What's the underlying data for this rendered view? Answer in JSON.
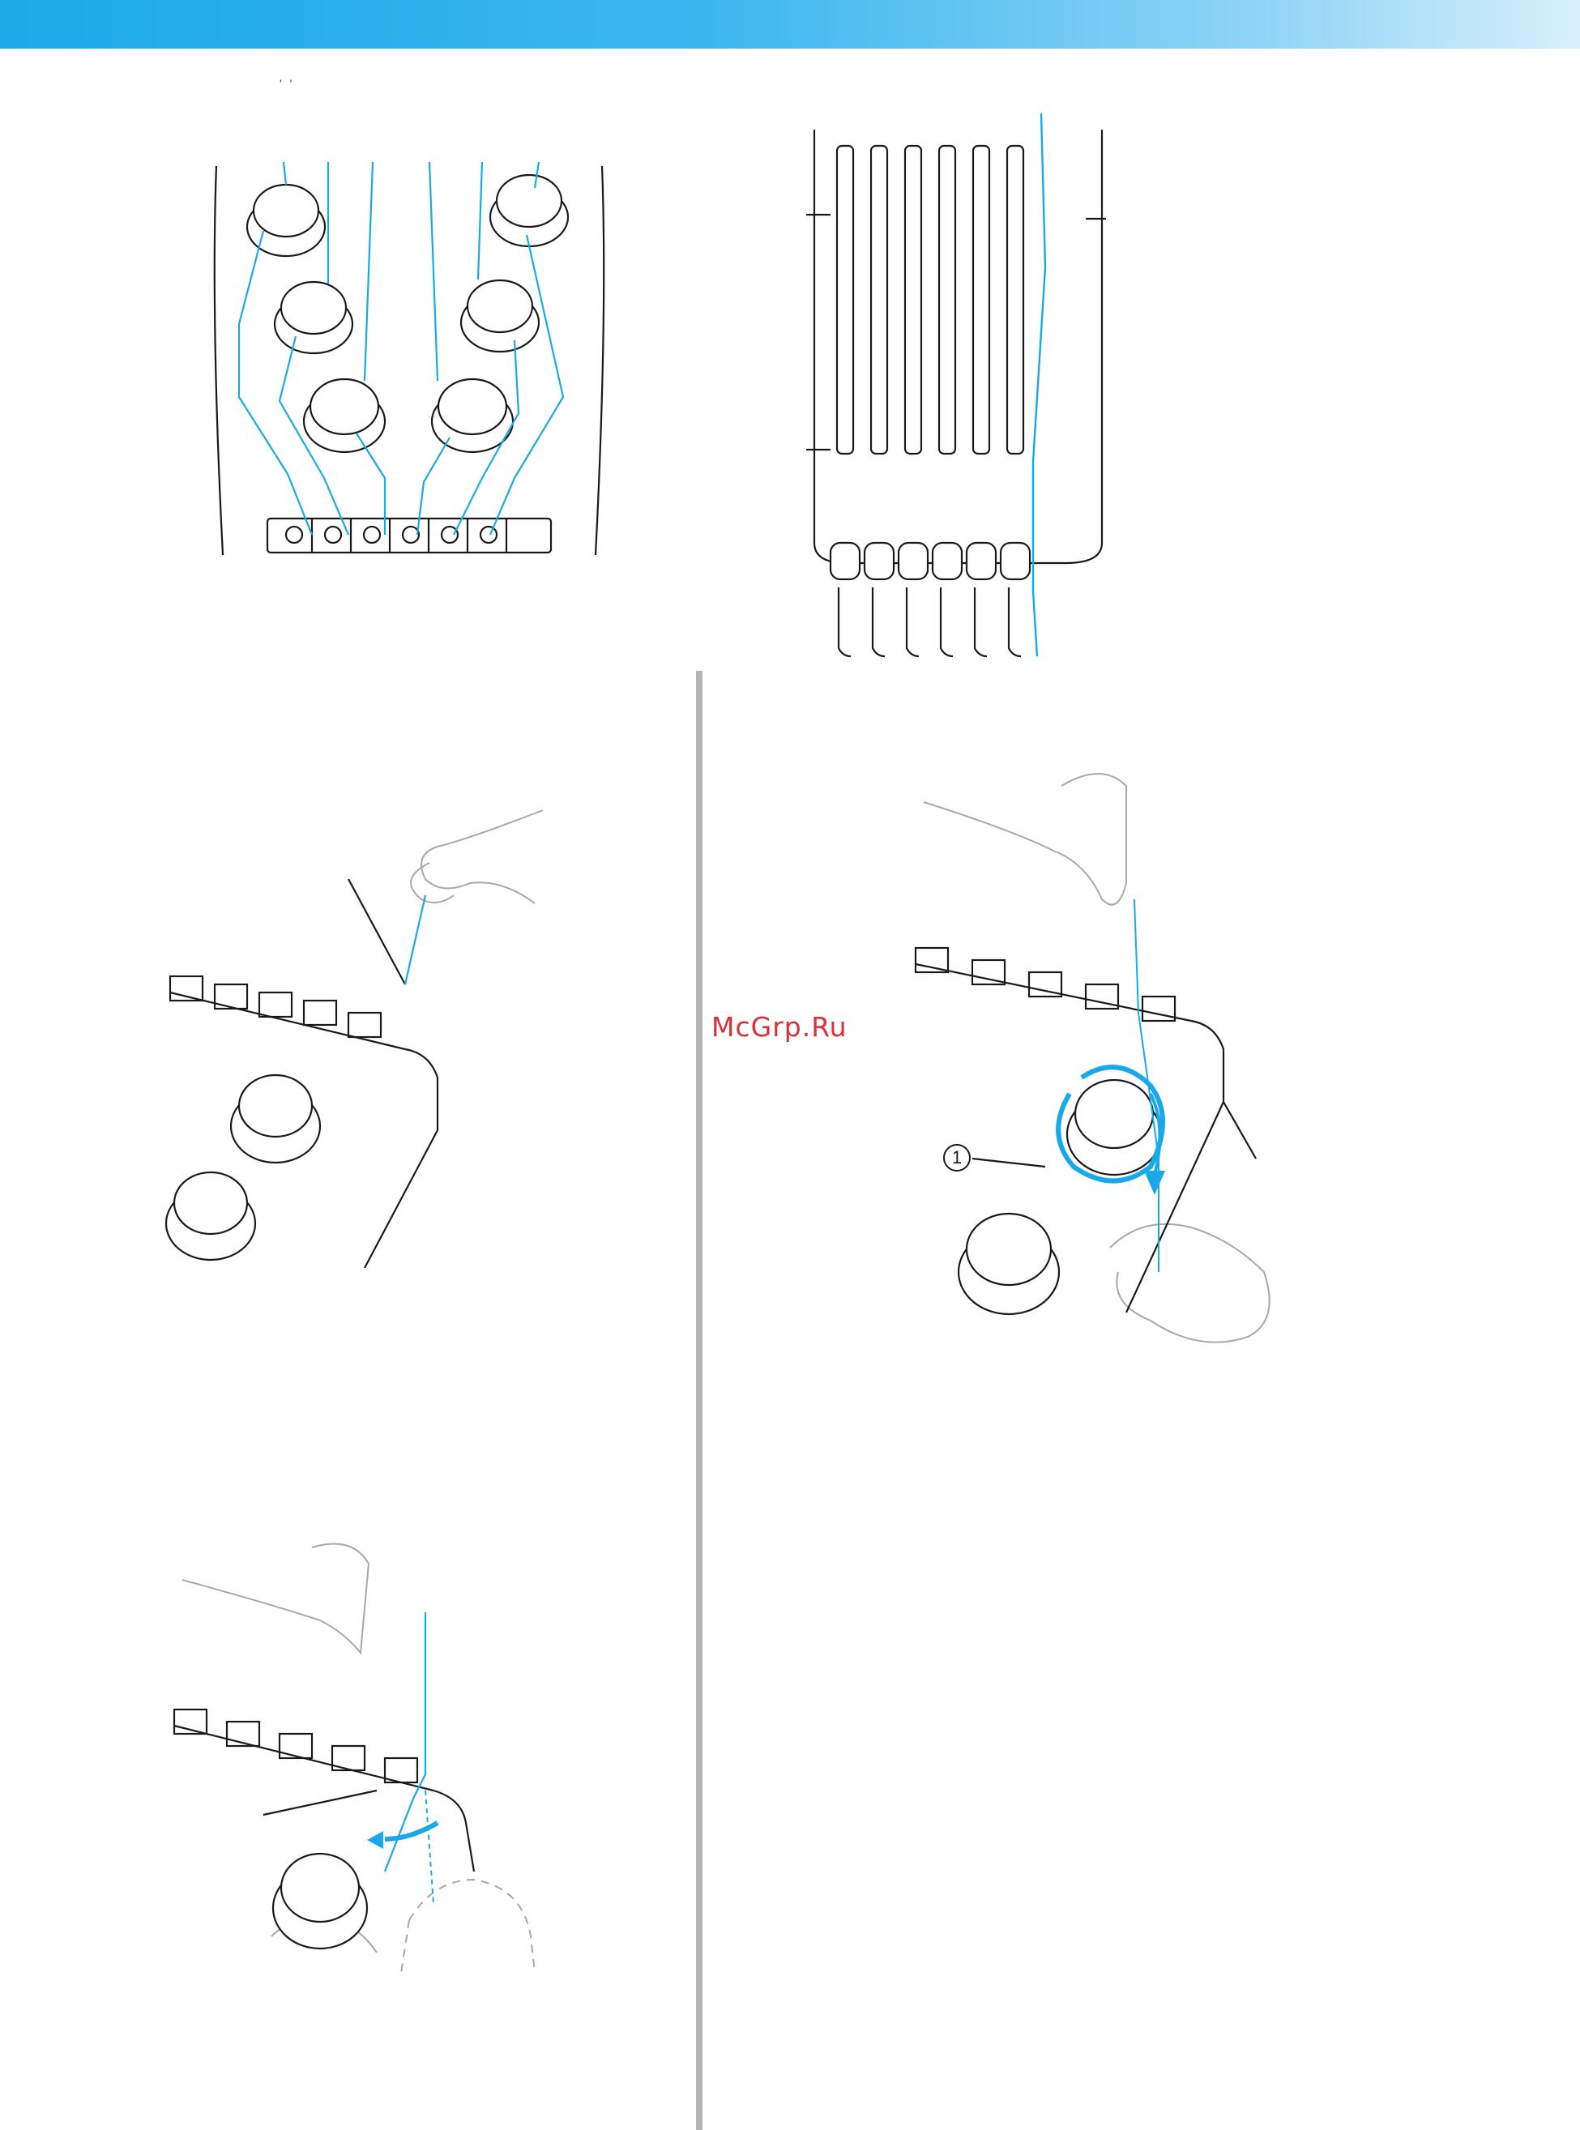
{
  "header": {
    "band_color_start": "#1aa9e8",
    "band_color_end": "#d8effb"
  },
  "colors": {
    "thread": "#1aa9e8",
    "line_art": "#1a1a1a",
    "hand_outline": "#a8a8a8",
    "divider": "#b5b5b5"
  },
  "page_mark": "' '",
  "figures": {
    "thread_path_spools": {
      "icon": "thread-path-diagram"
    },
    "thread_guides_needle_bars": {
      "icon": "needle-bar-diagram"
    },
    "hand_at_guide": {
      "icon": "thread-guide-hand-illustration"
    },
    "hand_wrap_tension": {
      "icon": "tension-disc-wrap-illustration",
      "callout": "1"
    },
    "hand_pull_under_guide": {
      "icon": "guide-pull-illustration"
    }
  },
  "watermark": {
    "text": "McGrp.Ru",
    "color": "#dc2f36"
  }
}
